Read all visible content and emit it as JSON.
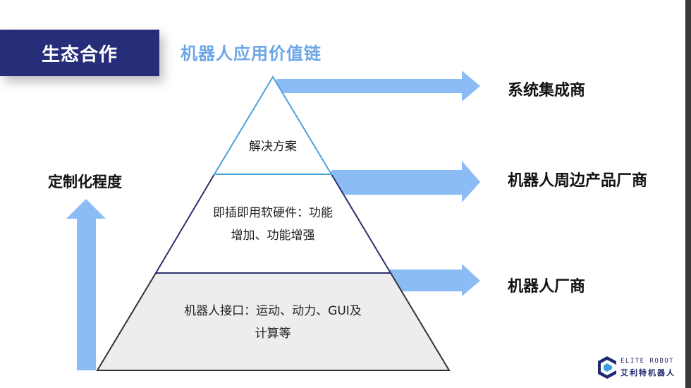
{
  "header": {
    "badge": "生态合作",
    "title": "机器人应用价值链"
  },
  "pyramid": {
    "top": "解决方案",
    "middle_line1": "即插即用软硬件：功能",
    "middle_line2": "增加、功能增强",
    "bottom_line1": "机器人接口：运动、动力、GUI及",
    "bottom_line2": "计算等"
  },
  "right_labels": [
    "系统集成商",
    "机器人周边产品厂商",
    "机器人厂商"
  ],
  "left_label": "定制化程度",
  "logo": {
    "en": "ELITE ROBOT",
    "zh": "艾利特机器人"
  },
  "colors": {
    "badge": "#262e7a",
    "title": "#6ba6e8",
    "arrow": "#8bbcf6",
    "top_edge": "#4aa3d8",
    "middle_edge": "#2e2f6e",
    "bottom_edge": "#333333",
    "bottom_fill": "#ededed"
  }
}
